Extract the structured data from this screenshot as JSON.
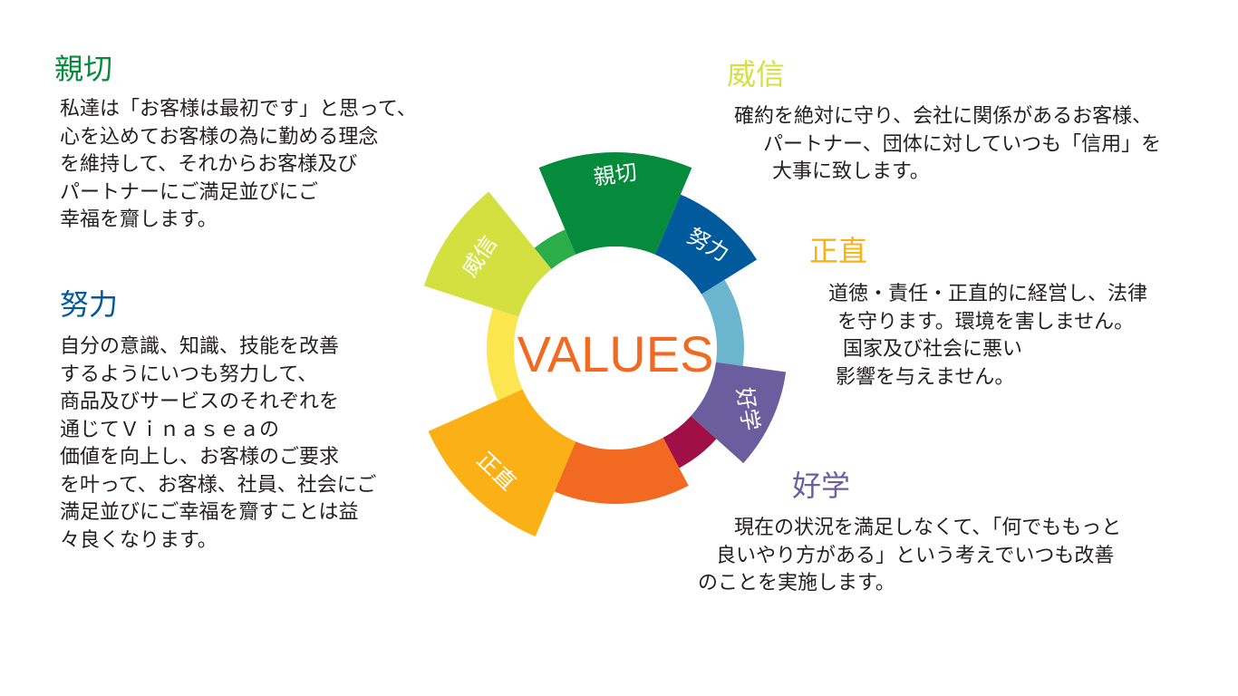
{
  "center_label": "VALUES",
  "colors": {
    "center_label": "#f26a21",
    "body_text": "#231f20",
    "green": "#068b3c",
    "green_light": "#2bad4a",
    "blue": "#005a9c",
    "teal": "#6bb6ce",
    "purple": "#6b5e9e",
    "crimson": "#a01046",
    "orange": "#f26a21",
    "amber": "#fbb116",
    "yellow": "#fbe64f",
    "lime": "#d4e040"
  },
  "wheel": {
    "segments": [
      {
        "label": "親切",
        "color": "#068b3c",
        "kind": "block"
      },
      {
        "label": "努力",
        "color": "#005a9c",
        "kind": "block"
      },
      {
        "label": "",
        "color": "#6bb6ce",
        "kind": "ring"
      },
      {
        "label": "好学",
        "color": "#6b5e9e",
        "kind": "block"
      },
      {
        "label": "",
        "color": "#a01046",
        "kind": "ring"
      },
      {
        "label": "",
        "color": "#f26a21",
        "kind": "band"
      },
      {
        "label": "正直",
        "color": "#fbb116",
        "kind": "block"
      },
      {
        "label": "",
        "color": "#fbe64f",
        "kind": "ring"
      },
      {
        "label": "威信",
        "color": "#d4e040",
        "kind": "block"
      },
      {
        "label": "",
        "color": "#2bad4a",
        "kind": "ring"
      }
    ]
  },
  "values": {
    "shinsetsu": {
      "title": "親切",
      "color": "#068b3c",
      "lines": [
        "私達は「お客様は最初です」と思って、",
        "心を込めてお客様の為に勤める理念",
        "を維持して、それからお客様及び",
        "パートナーにご満足並びにご",
        "幸福を齎します。"
      ]
    },
    "doryoku": {
      "title": "努力",
      "color": "#005a9c",
      "lines": [
        "自分の意識、知識、技能を改善",
        "するようにいつも努力して、",
        "商品及びサービスのそれぞれを",
        "通じてＶｉｎａｓｅａの",
        "価値を向上し、お客様のご要求",
        "を叶って、お客様、社員、社会にご",
        "満足並びにご幸福を齎すことは益",
        "々良くなります。"
      ]
    },
    "ishin": {
      "title": "威信",
      "color": "#d4e040",
      "lines": [
        "確約を絶対に守り、会社に関係があるお客様、",
        "パートナー、団体に対していつも「信用」を",
        "大事に致します。"
      ]
    },
    "shoujiki": {
      "title": "正直",
      "color": "#fbb116",
      "lines": [
        "道徳・責任・正直的に経営し、法律",
        "を守ります。環境を害しません。",
        "国家及び社会に悪い",
        "影響を与えません。"
      ]
    },
    "kougaku": {
      "title": "好学",
      "color": "#6b5e9e",
      "lines": [
        "現在の状況を満足しなくて、「何でももっと",
        "良いやり方がある」という考えでいつも改善",
        "のことを実施します。"
      ]
    }
  }
}
